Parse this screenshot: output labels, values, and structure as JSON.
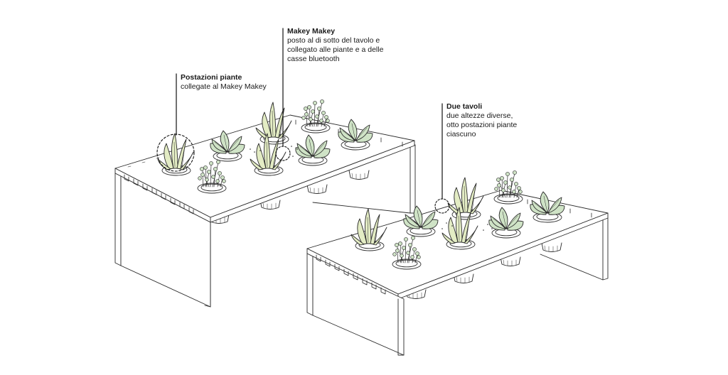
{
  "annotations": {
    "postazioni": {
      "title": "Postazioni piante",
      "description": "collegate al Makey Makey"
    },
    "makey": {
      "title": "Makey Makey",
      "description": "posto al di sotto del tavolo e\ncollegato alle piante e a delle\ncasse bluetooth"
    },
    "tavoli": {
      "title": "Due tavoli",
      "description": "due altezze diverse,\notto postazioni piante\nciascuno"
    }
  },
  "colors": {
    "line": "#2b2b2b",
    "leaf_fill": "#d8e8c8",
    "leaf_fill_broad": "#cfe3c6",
    "leaf_fill_grass": "#e3ecc4",
    "background": "#ffffff"
  },
  "plant_types": [
    "grass-plant",
    "broadleaf-plant",
    "sprout-plant"
  ],
  "tables_count": 2,
  "stations_per_table": 8
}
